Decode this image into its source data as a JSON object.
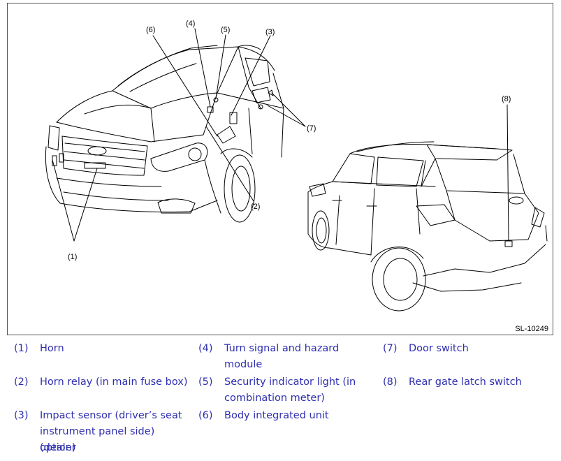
{
  "figure": {
    "id_label": "SL-10249",
    "callouts": [
      "(1)",
      "(2)",
      "(3)",
      "(4)",
      "(5)",
      "(6)",
      "(7)",
      "(8)"
    ]
  },
  "legend": {
    "items": [
      {
        "num": "(1)",
        "lines": [
          "Horn"
        ]
      },
      {
        "num": "(2)",
        "lines": [
          "Horn relay (in main fuse box)"
        ]
      },
      {
        "num": "(3)",
        "lines": [
          "Impact sensor (driver’s seat",
          "instrument panel side) (dealer",
          "option)"
        ]
      },
      {
        "num": "(4)",
        "lines": [
          "Turn signal and hazard",
          "module"
        ]
      },
      {
        "num": "(5)",
        "lines": [
          "Security indicator light (in",
          "combination meter)"
        ]
      },
      {
        "num": "(6)",
        "lines": [
          "Body integrated unit"
        ]
      },
      {
        "num": "(7)",
        "lines": [
          "Door switch"
        ]
      },
      {
        "num": "(8)",
        "lines": [
          "Rear gate latch switch"
        ]
      }
    ]
  },
  "colors": {
    "legend_text": "#2f2fb0",
    "border": "#555555",
    "line": "#000000"
  }
}
